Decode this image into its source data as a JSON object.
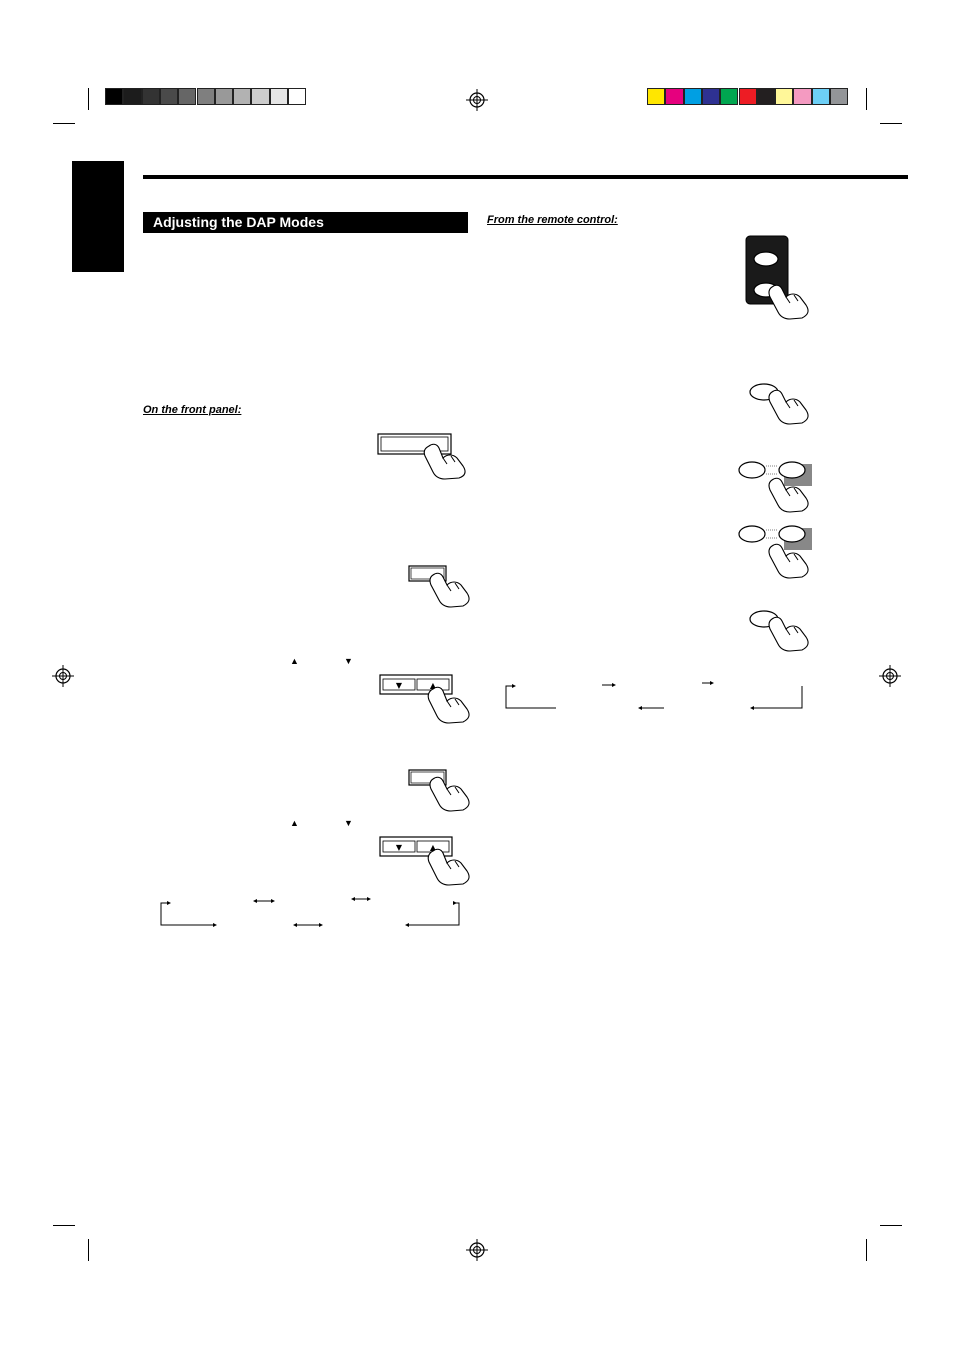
{
  "section": {
    "title": "Adjusting the DAP Modes"
  },
  "front_panel": {
    "subheading": "On the front panel:",
    "up_symbol": "▲",
    "down_symbol": "▼"
  },
  "remote_control": {
    "subheading": "From the remote control:"
  },
  "colors": {
    "grayscale_bar": [
      "#000000",
      "#1c1c1c",
      "#333333",
      "#4a4a4a",
      "#666666",
      "#7f7f7f",
      "#999999",
      "#b2b2b2",
      "#cccccc",
      "#e5e5e5",
      "#ffffff"
    ],
    "color_bar": [
      "#ffe600",
      "#e6007e",
      "#009fe3",
      "#2e3192",
      "#00a650",
      "#ed1c24",
      "#231f20",
      "#fff799",
      "#f49ac1",
      "#6dcff6",
      "#939598"
    ],
    "heading_bg": "#000000",
    "heading_text": "#ffffff"
  }
}
